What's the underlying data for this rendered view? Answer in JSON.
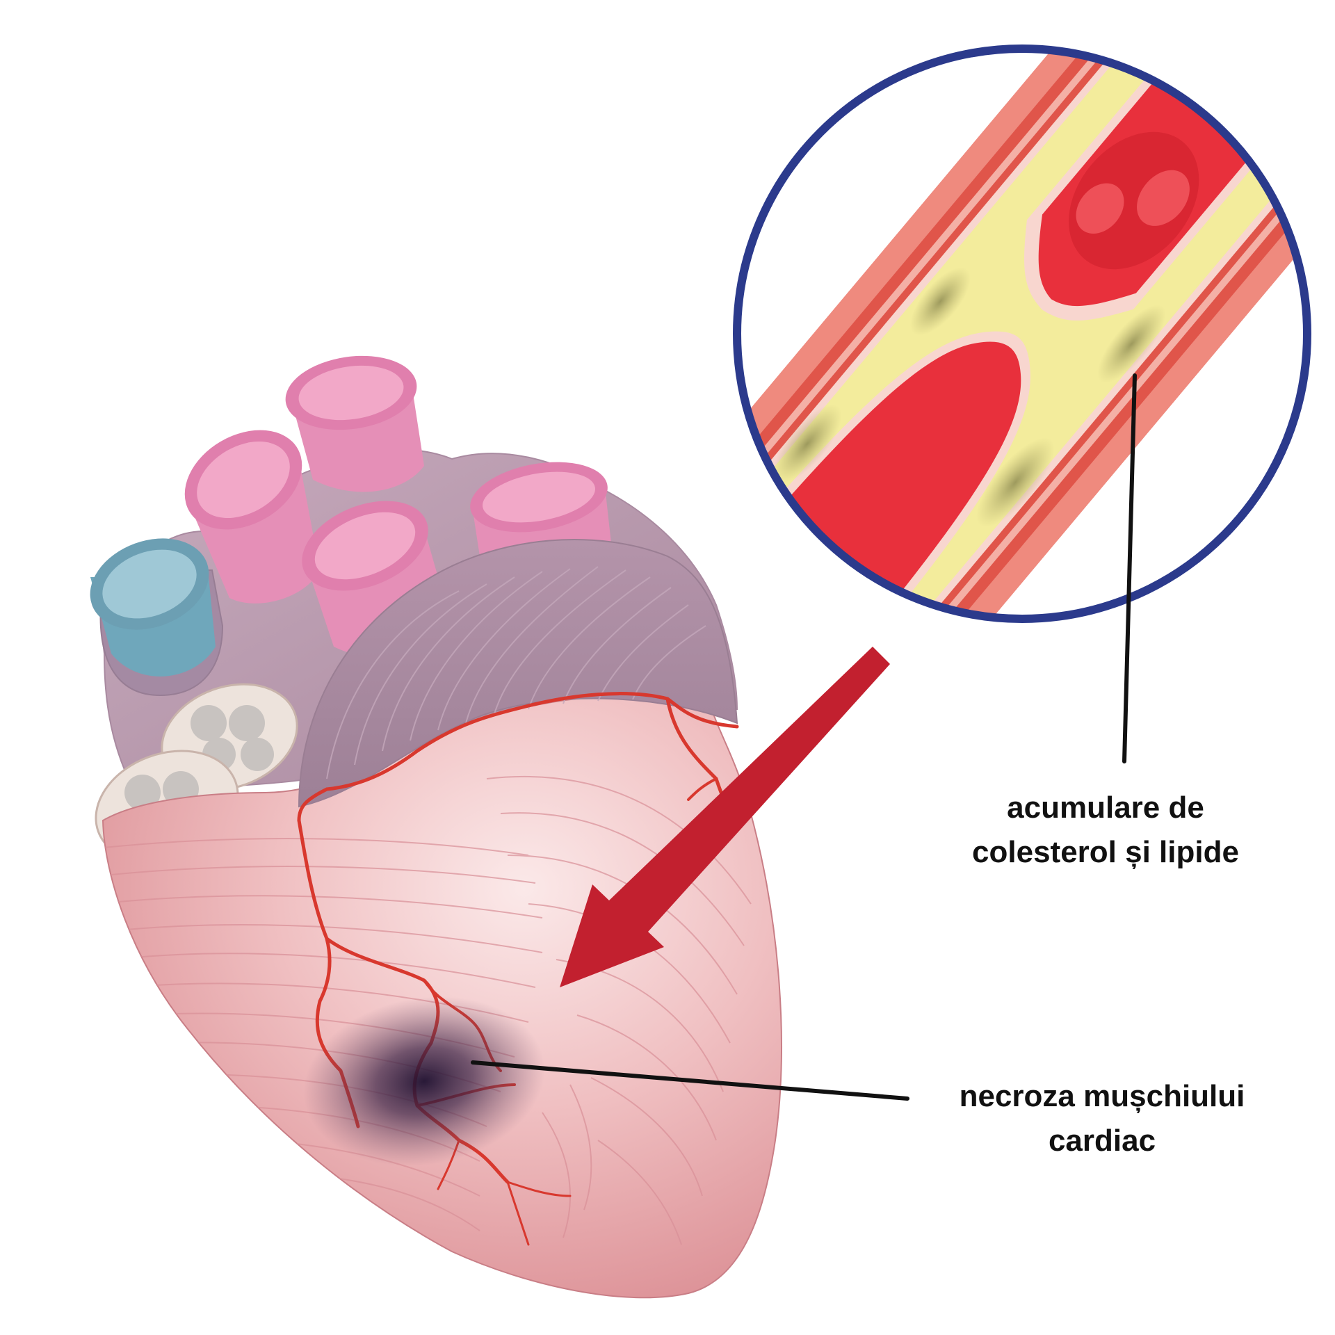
{
  "labels": {
    "plaque": {
      "line1": "acumulare de",
      "line2": "colesterol și lipide"
    },
    "necrosis": {
      "line1": "necroza mușchiului",
      "line2": "cardiac"
    }
  },
  "colors": {
    "heart_muscle": "#e7a3a6",
    "heart_highlight": "#f7dcdc",
    "atria": "#b99aae",
    "vessel_pink": "#e88cb6",
    "vena_cava_blue": "#6fa7bb",
    "coronary_artery": "#d8382e",
    "necrosis": "#2a1638",
    "arrow": "#c2202f",
    "lens_ring": "#2b3a8c",
    "plaque_yellow": "#f3ec9c",
    "blood": "#e8303c",
    "artery_wall": "#e0554a"
  },
  "icons": {
    "heart": "heart-illustration-icon",
    "magnifier": "artery-magnifier-icon",
    "arrow": "pointer-arrow-icon"
  }
}
